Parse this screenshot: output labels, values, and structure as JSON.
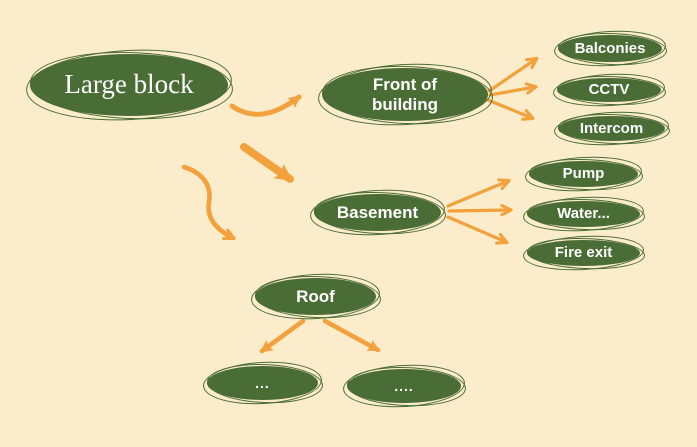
{
  "palette": {
    "bg": "#fbeccb",
    "green": "#4a6c35",
    "orange": "#f2a13c",
    "text": "#ffffff"
  },
  "diagram": {
    "type": "mind-map",
    "nodes": {
      "large_block": {
        "label": "Large block"
      },
      "front_of_building": {
        "label": "Front of building"
      },
      "balconies": {
        "label": "Balconies"
      },
      "cctv": {
        "label": "CCTV"
      },
      "intercom": {
        "label": "Intercom"
      },
      "basement": {
        "label": "Basement"
      },
      "pump": {
        "label": "Pump"
      },
      "water": {
        "label": "Water..."
      },
      "fire_exit": {
        "label": "Fire exit"
      },
      "roof": {
        "label": "Roof"
      },
      "roof_child_1": {
        "label": "..."
      },
      "roof_child_2": {
        "label": "...."
      }
    },
    "edges": [
      {
        "from": "Large block",
        "to": "Front of building"
      },
      {
        "from": "Large block",
        "to": "Basement"
      },
      {
        "from": "Large block",
        "to": "Roof"
      },
      {
        "from": "Front of building",
        "to": "Balconies"
      },
      {
        "from": "Front of building",
        "to": "CCTV"
      },
      {
        "from": "Front of building",
        "to": "Intercom"
      },
      {
        "from": "Basement",
        "to": "Pump"
      },
      {
        "from": "Basement",
        "to": "Water..."
      },
      {
        "from": "Basement",
        "to": "Fire exit"
      },
      {
        "from": "Roof",
        "to": "..."
      },
      {
        "from": "Roof",
        "to": "...."
      }
    ]
  }
}
